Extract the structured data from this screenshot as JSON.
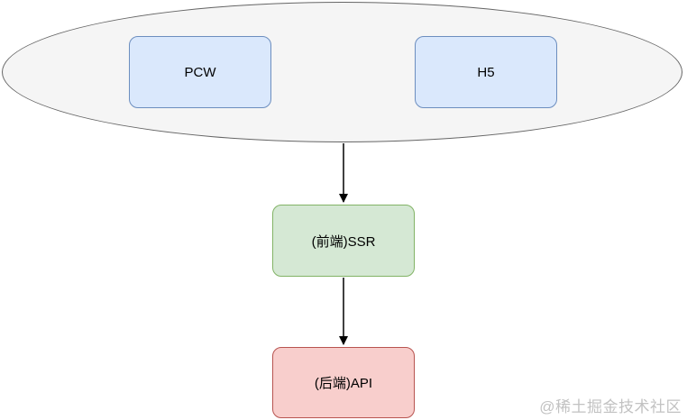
{
  "diagram": {
    "title": "frontend-ssr-api-flow",
    "clients_group": {
      "shape": "ellipse",
      "nodes": [
        {
          "id": "pcw",
          "label": "PCW"
        },
        {
          "id": "h5",
          "label": "H5"
        }
      ]
    },
    "ssr_node": {
      "id": "ssr",
      "label": "(前端)SSR"
    },
    "api_node": {
      "id": "api",
      "label": "(后端)API"
    },
    "edges": [
      {
        "from": "clients_group",
        "to": "ssr",
        "direction": "down"
      },
      {
        "from": "ssr",
        "to": "api",
        "direction": "down"
      }
    ],
    "colors": {
      "client_fill": "#dae8fc",
      "client_border": "#6c8ebf",
      "ssr_fill": "#d5e8d4",
      "ssr_border": "#82b366",
      "api_fill": "#f8cecc",
      "api_border": "#b85450",
      "group_fill": "#f5f5f5",
      "group_border": "#666666",
      "arrow": "#000000",
      "watermark": "#c2c2c2"
    },
    "watermark": "@稀土掘金技术社区"
  }
}
